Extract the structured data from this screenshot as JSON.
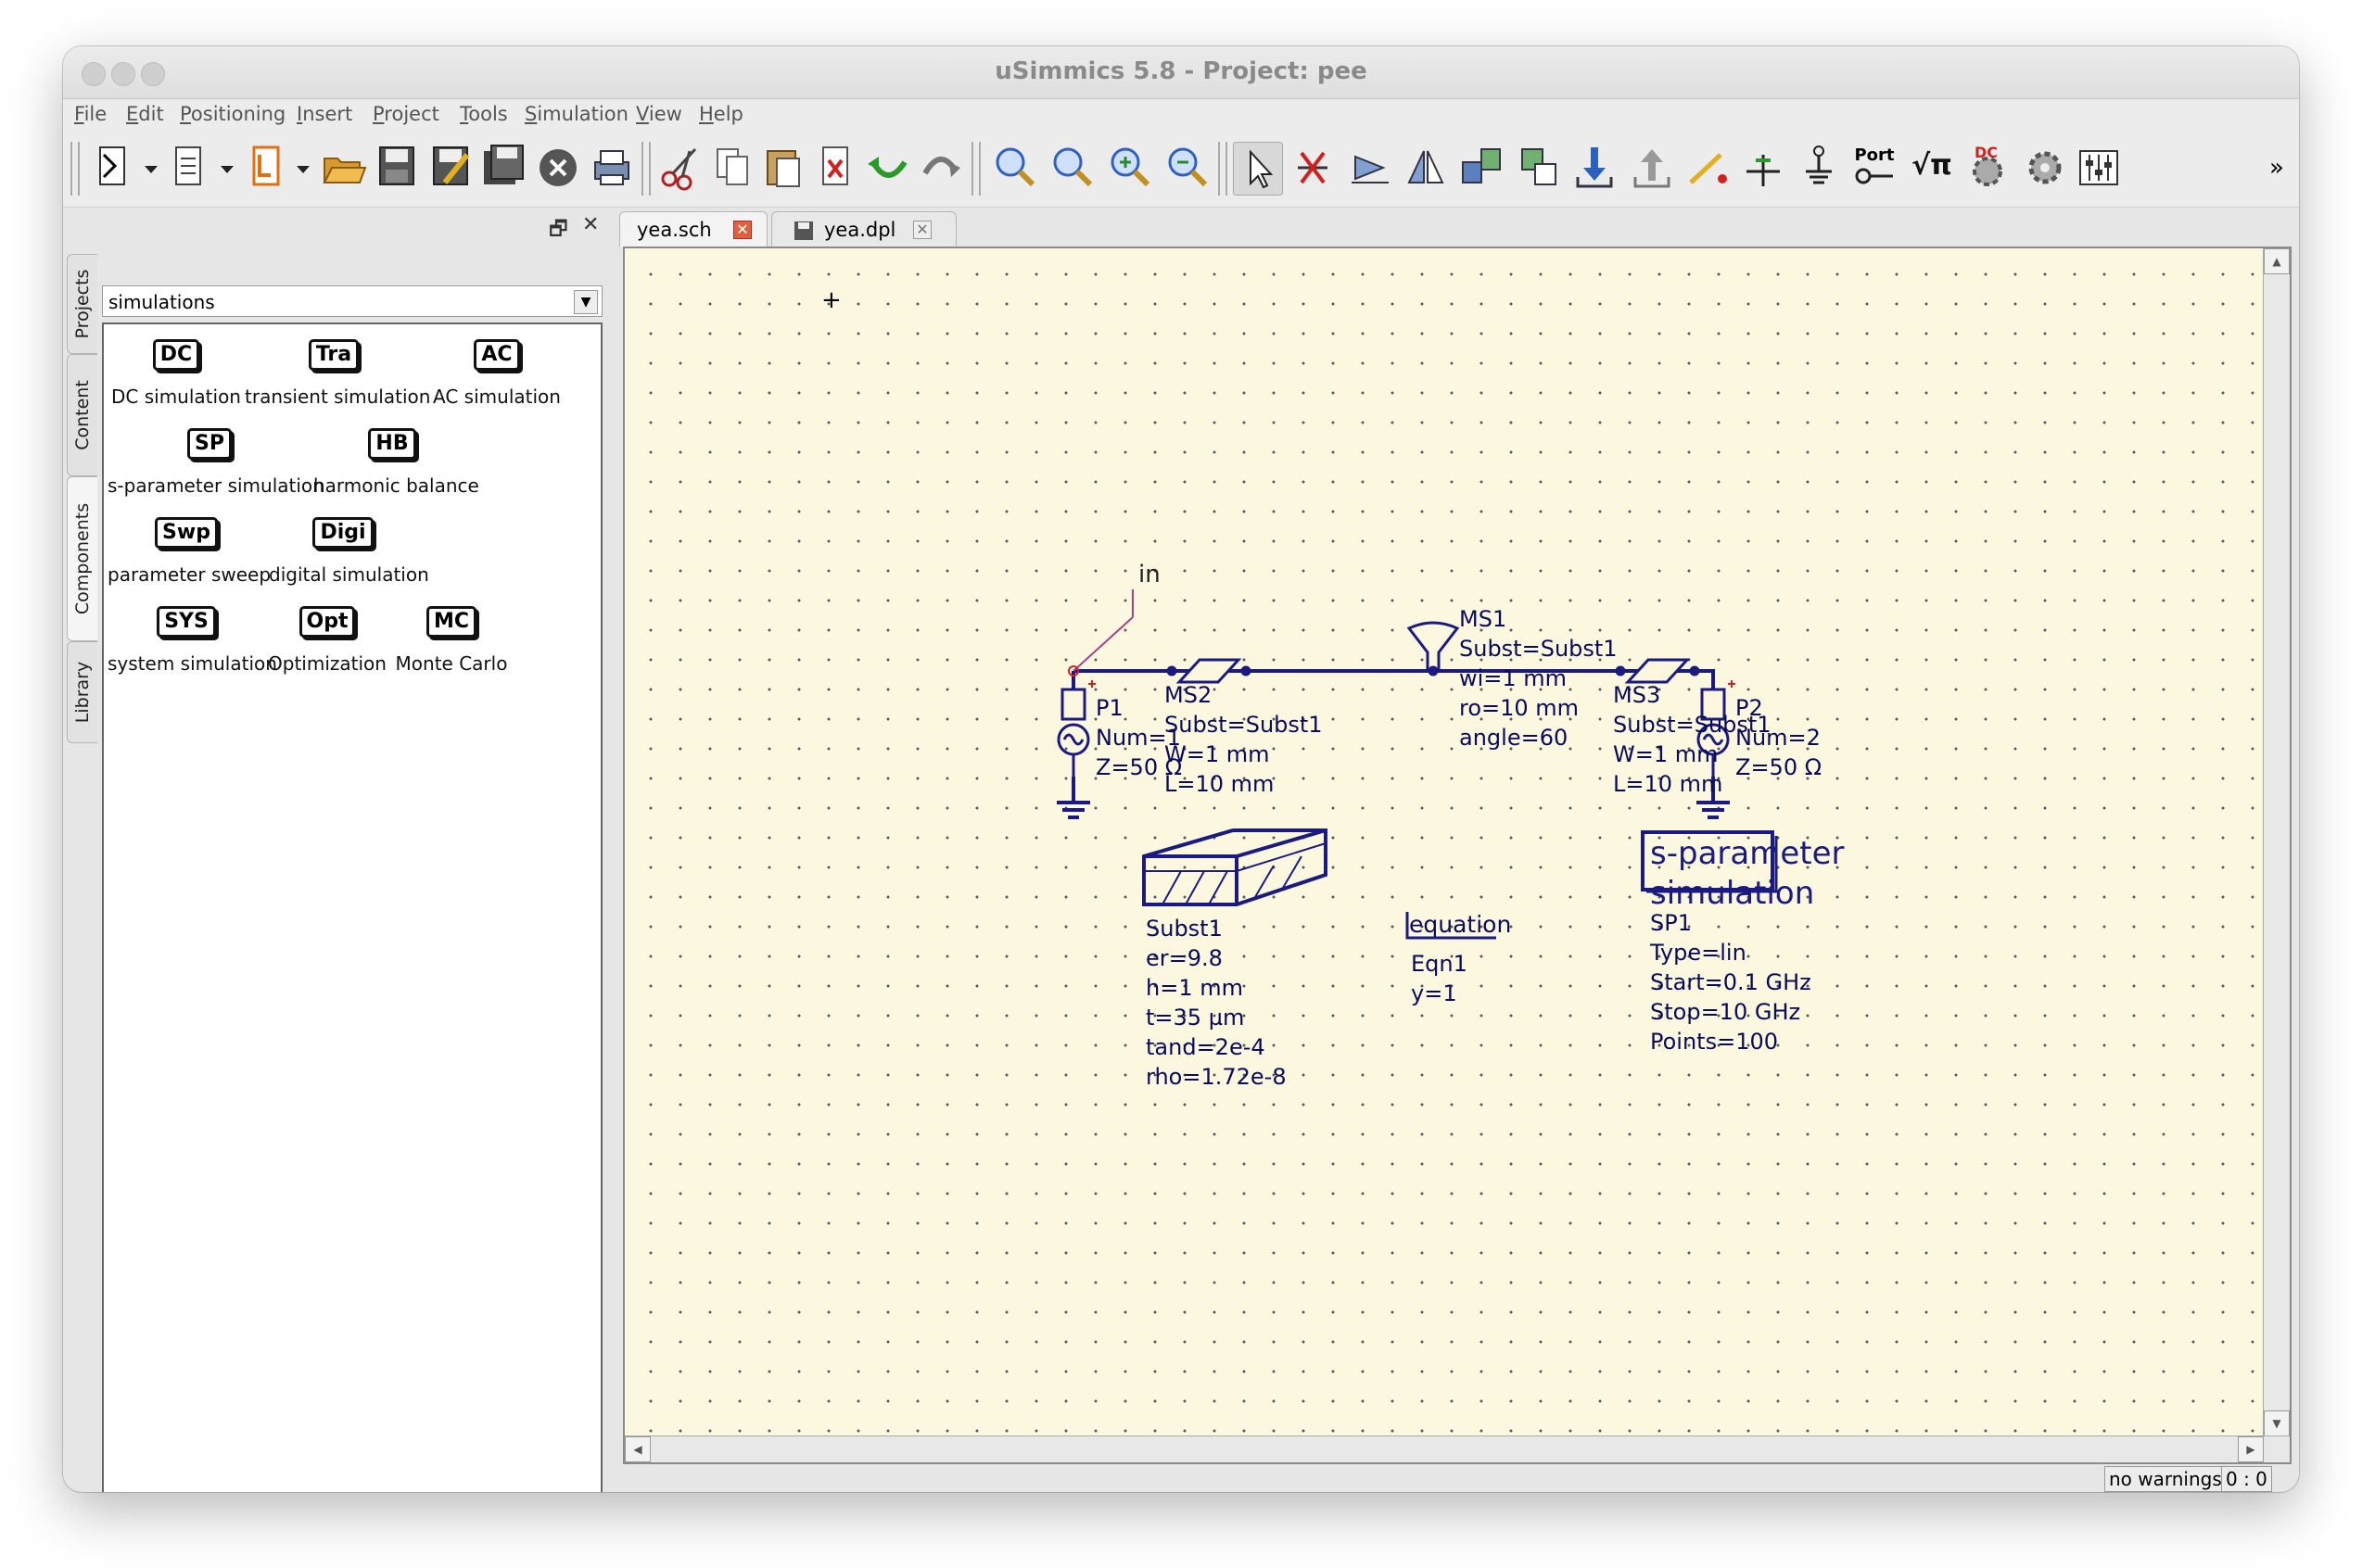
{
  "window": {
    "title": "uSimmics 5.8 - Project: pee"
  },
  "menu": [
    "File",
    "Edit",
    "Positioning",
    "Insert",
    "Project",
    "Tools",
    "Simulation",
    "View",
    "Help"
  ],
  "toolbar": {
    "port_label": "Port",
    "sqrt_label": "√π",
    "dc_label": "DC",
    "overflow": "»"
  },
  "dock": {
    "float_btn": "🗗",
    "close_btn": "✕",
    "side_tabs": [
      "Projects",
      "Content",
      "Components",
      "Library"
    ],
    "category": "simulations",
    "components": [
      {
        "icon": "DC",
        "label": "DC simulation"
      },
      {
        "icon": "Tra",
        "label": "transient simulation"
      },
      {
        "icon": "AC",
        "label": "AC simulation"
      },
      {
        "icon": "SP",
        "label": "s-parameter simulation"
      },
      {
        "icon": "HB",
        "label": "harmonic balance"
      },
      {
        "icon": "Swp",
        "label": "parameter sweep"
      },
      {
        "icon": "Digi",
        "label": "digital simulation"
      },
      {
        "icon": "SYS",
        "label": "system simulation"
      },
      {
        "icon": "Opt",
        "label": "Optimization"
      },
      {
        "icon": "MC",
        "label": "Monte Carlo"
      }
    ]
  },
  "tabs": [
    {
      "label": "yea.sch",
      "close": "✕"
    },
    {
      "label": "yea.dpl",
      "close": "✕"
    }
  ],
  "schematic": {
    "cursor": "+",
    "wire_label": "in",
    "p1": [
      "P1",
      "Num=1",
      "Z=50 Ω"
    ],
    "ms2": [
      "MS2",
      "Subst=Subst1",
      "W=1 mm",
      "L=10 mm"
    ],
    "ms1": [
      "MS1",
      "Subst=Subst1",
      "wi=1 mm",
      "ro=10 mm",
      "angle=60"
    ],
    "ms3": [
      "MS3",
      "Subst=Subst1",
      "W=1 mm",
      "L=10 mm"
    ],
    "p2": [
      "P2",
      "Num=2",
      "Z=50 Ω"
    ],
    "subst": [
      "Subst1",
      "er=9.8",
      "h=1 mm",
      "t=35 µm",
      "tand=2e-4",
      "rho=1.72e-8"
    ],
    "equation": {
      "title": "equation",
      "lines": [
        "Eqn1",
        "y=1"
      ]
    },
    "sparam": {
      "title1": "s-parameter",
      "title2": "simulation",
      "lines": [
        "SP1",
        "Type=lin",
        "Start=0.1 GHz",
        "Stop=10 GHz",
        "Points=100"
      ]
    }
  },
  "status": {
    "warnings": "no warnings",
    "coords": "0 : 0"
  },
  "colors": {
    "wire": "#1a1a80",
    "text": "#0a0a5a",
    "canvas": "#fcf8e0",
    "label_wire": "#a0448a"
  }
}
